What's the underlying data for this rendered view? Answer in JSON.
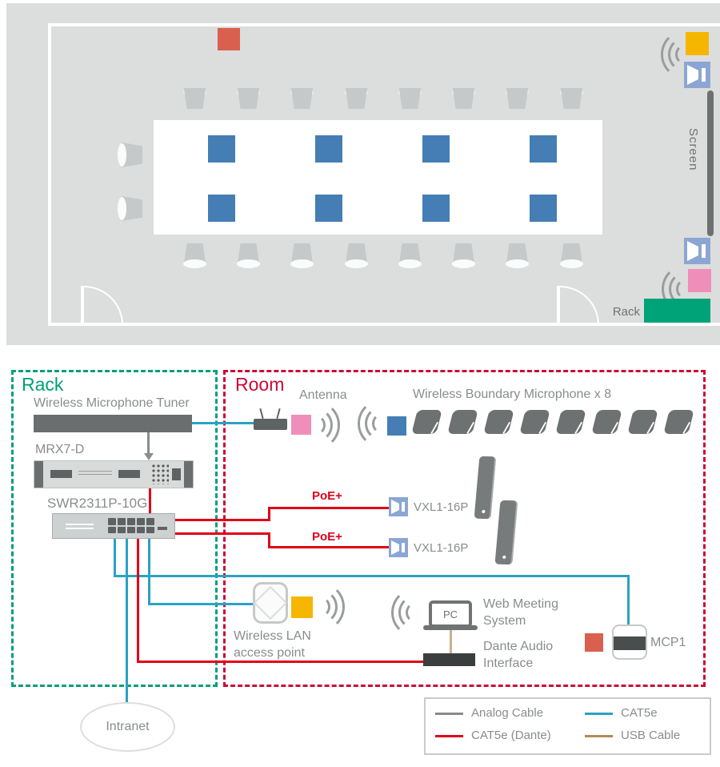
{
  "floor_plan": {
    "screen_label": "Screen",
    "rack_label": "Rack"
  },
  "rack_section": {
    "title": "Rack",
    "tuner_label": "Wireless Microphone Tuner",
    "mrx_label": "MRX7-D",
    "switch_label": "SWR2311P-10G"
  },
  "room_section": {
    "title": "Room",
    "antenna_label": "Antenna",
    "boundary_mics_label": "Wireless Boundary Microphone x 8",
    "poe_label": "PoE+",
    "vxl_label": "VXL1-16P",
    "ap_label_line1": "Wireless LAN",
    "ap_label_line2": "access point",
    "pc_label": "PC",
    "web_meeting_line1": "Web Meeting",
    "web_meeting_line2": "System",
    "dante_line1": "Dante Audio",
    "dante_line2": "Interface",
    "mcp1_label": "MCP1"
  },
  "intranet_label": "Intranet",
  "legend": {
    "items": [
      {
        "label": "Analog Cable",
        "color": "#8a8a8a"
      },
      {
        "label": "CAT5e",
        "color": "#2aa2c4"
      },
      {
        "label": "CAT5e (Dante)",
        "color": "#e0001a"
      },
      {
        "label": "USB Cable",
        "color": "#b28a55"
      }
    ]
  },
  "colors": {
    "cat5e": "#2aa2c4",
    "cat5e_dante": "#e0001a",
    "analog": "#8a8a8a",
    "usb": "#c9b18f",
    "rack_accent": "#00a077",
    "room_accent": "#cb0a38",
    "mic_blue": "#447eb4",
    "ap_yellow": "#f6b600",
    "antenna_pink": "#ef8fb9",
    "mcp1_orange": "#d9604e",
    "rack_green": "#00a278",
    "speaker_icon_blue": "#8ba6d4"
  }
}
